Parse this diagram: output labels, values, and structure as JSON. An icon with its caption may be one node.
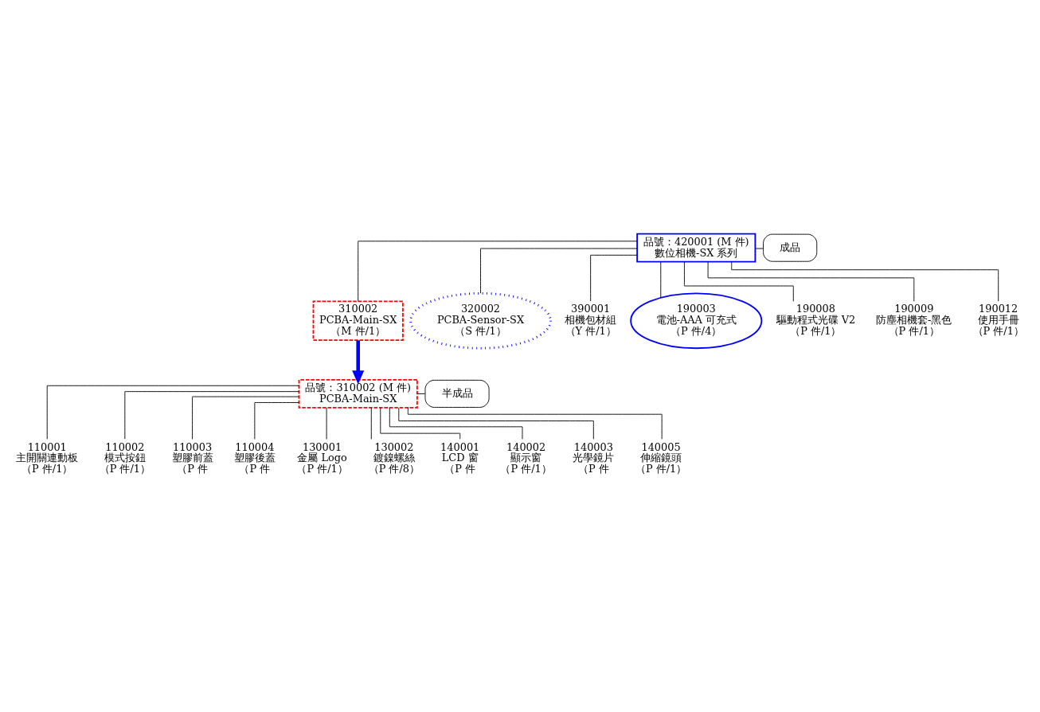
{
  "diagram": {
    "nodes": [
      {
        "text": [
          "品號：420001 (M 件)",
          "數位相機-SX 系列"
        ]
      },
      {
        "text": [
          "成品"
        ]
      },
      {
        "text": [
          "310002",
          "PCBA-Main-SX",
          "（M 件/1）"
        ]
      },
      {
        "text": [
          "320002",
          "PCBA-Sensor-SX",
          "（S 件/1）"
        ]
      },
      {
        "text": [
          "390001",
          "相機包材組",
          "（Y 件/1）"
        ]
      },
      {
        "text": [
          "190003",
          "電池-AAA 可充式",
          "（P 件/4）"
        ]
      },
      {
        "text": [
          "190008",
          "驅動程式光碟 V2",
          "（P 件/1）"
        ]
      },
      {
        "text": [
          "190009",
          "防塵相機套-黑色",
          "（P 件/1）"
        ]
      },
      {
        "text": [
          "190012",
          "使用手冊",
          "（P 件/1）"
        ]
      },
      {
        "text": [
          "品號：310002 (M 件)",
          "PCBA-Main-SX"
        ]
      },
      {
        "text": [
          "半成品"
        ]
      },
      {
        "text": [
          "110001",
          "主開關連動板",
          "（P 件/1）"
        ]
      },
      {
        "text": [
          "110002",
          "模式按鈕",
          "（P 件/1）"
        ]
      },
      {
        "text": [
          "110003",
          "塑膠前蓋",
          "（P 件"
        ]
      },
      {
        "text": [
          "110004",
          "塑膠後蓋",
          "（P 件"
        ]
      },
      {
        "text": [
          "130001",
          "金屬 Logo",
          "（P 件/1）"
        ]
      },
      {
        "text": [
          "130002",
          "鍍鎳螺絲",
          "（P 件/8）"
        ]
      },
      {
        "text": [
          "140001",
          "LCD 窗",
          "（P 件"
        ]
      },
      {
        "text": [
          "140002",
          "顯示窗",
          "（P 件/1）"
        ]
      },
      {
        "text": [
          "140003",
          "光學鏡片",
          "（P 件"
        ]
      },
      {
        "text": [
          "140005",
          "伸縮鏡頭",
          "（P 件/1）"
        ]
      }
    ],
    "edges": [
      {
        "from": 1,
        "to": 0,
        "arrow": "none"
      },
      {
        "from": 0,
        "to": 2,
        "arrow": "none"
      },
      {
        "from": 0,
        "to": 3,
        "arrow": "none"
      },
      {
        "from": 0,
        "to": 4,
        "arrow": "none"
      },
      {
        "from": 0,
        "to": 5,
        "arrow": "none"
      },
      {
        "from": 0,
        "to": 6,
        "arrow": "none"
      },
      {
        "from": 0,
        "to": 7,
        "arrow": "none"
      },
      {
        "from": 0,
        "to": 8,
        "arrow": "none"
      },
      {
        "from": 2,
        "to": 9,
        "arrow": "to",
        "style": "thick",
        "color": "#0000ff"
      },
      {
        "from": 10,
        "to": 9,
        "arrow": "none"
      },
      {
        "from": 9,
        "to": 11,
        "arrow": "none"
      },
      {
        "from": 9,
        "to": 12,
        "arrow": "none"
      },
      {
        "from": 9,
        "to": 13,
        "arrow": "none"
      },
      {
        "from": 9,
        "to": 14,
        "arrow": "none"
      },
      {
        "from": 9,
        "to": 15,
        "arrow": "none"
      },
      {
        "from": 9,
        "to": 16,
        "arrow": "none"
      },
      {
        "from": 9,
        "to": 17,
        "arrow": "none"
      },
      {
        "from": 9,
        "to": 18,
        "arrow": "none"
      },
      {
        "from": 9,
        "to": 19,
        "arrow": "none"
      },
      {
        "from": 9,
        "to": 20,
        "arrow": "none"
      }
    ]
  }
}
